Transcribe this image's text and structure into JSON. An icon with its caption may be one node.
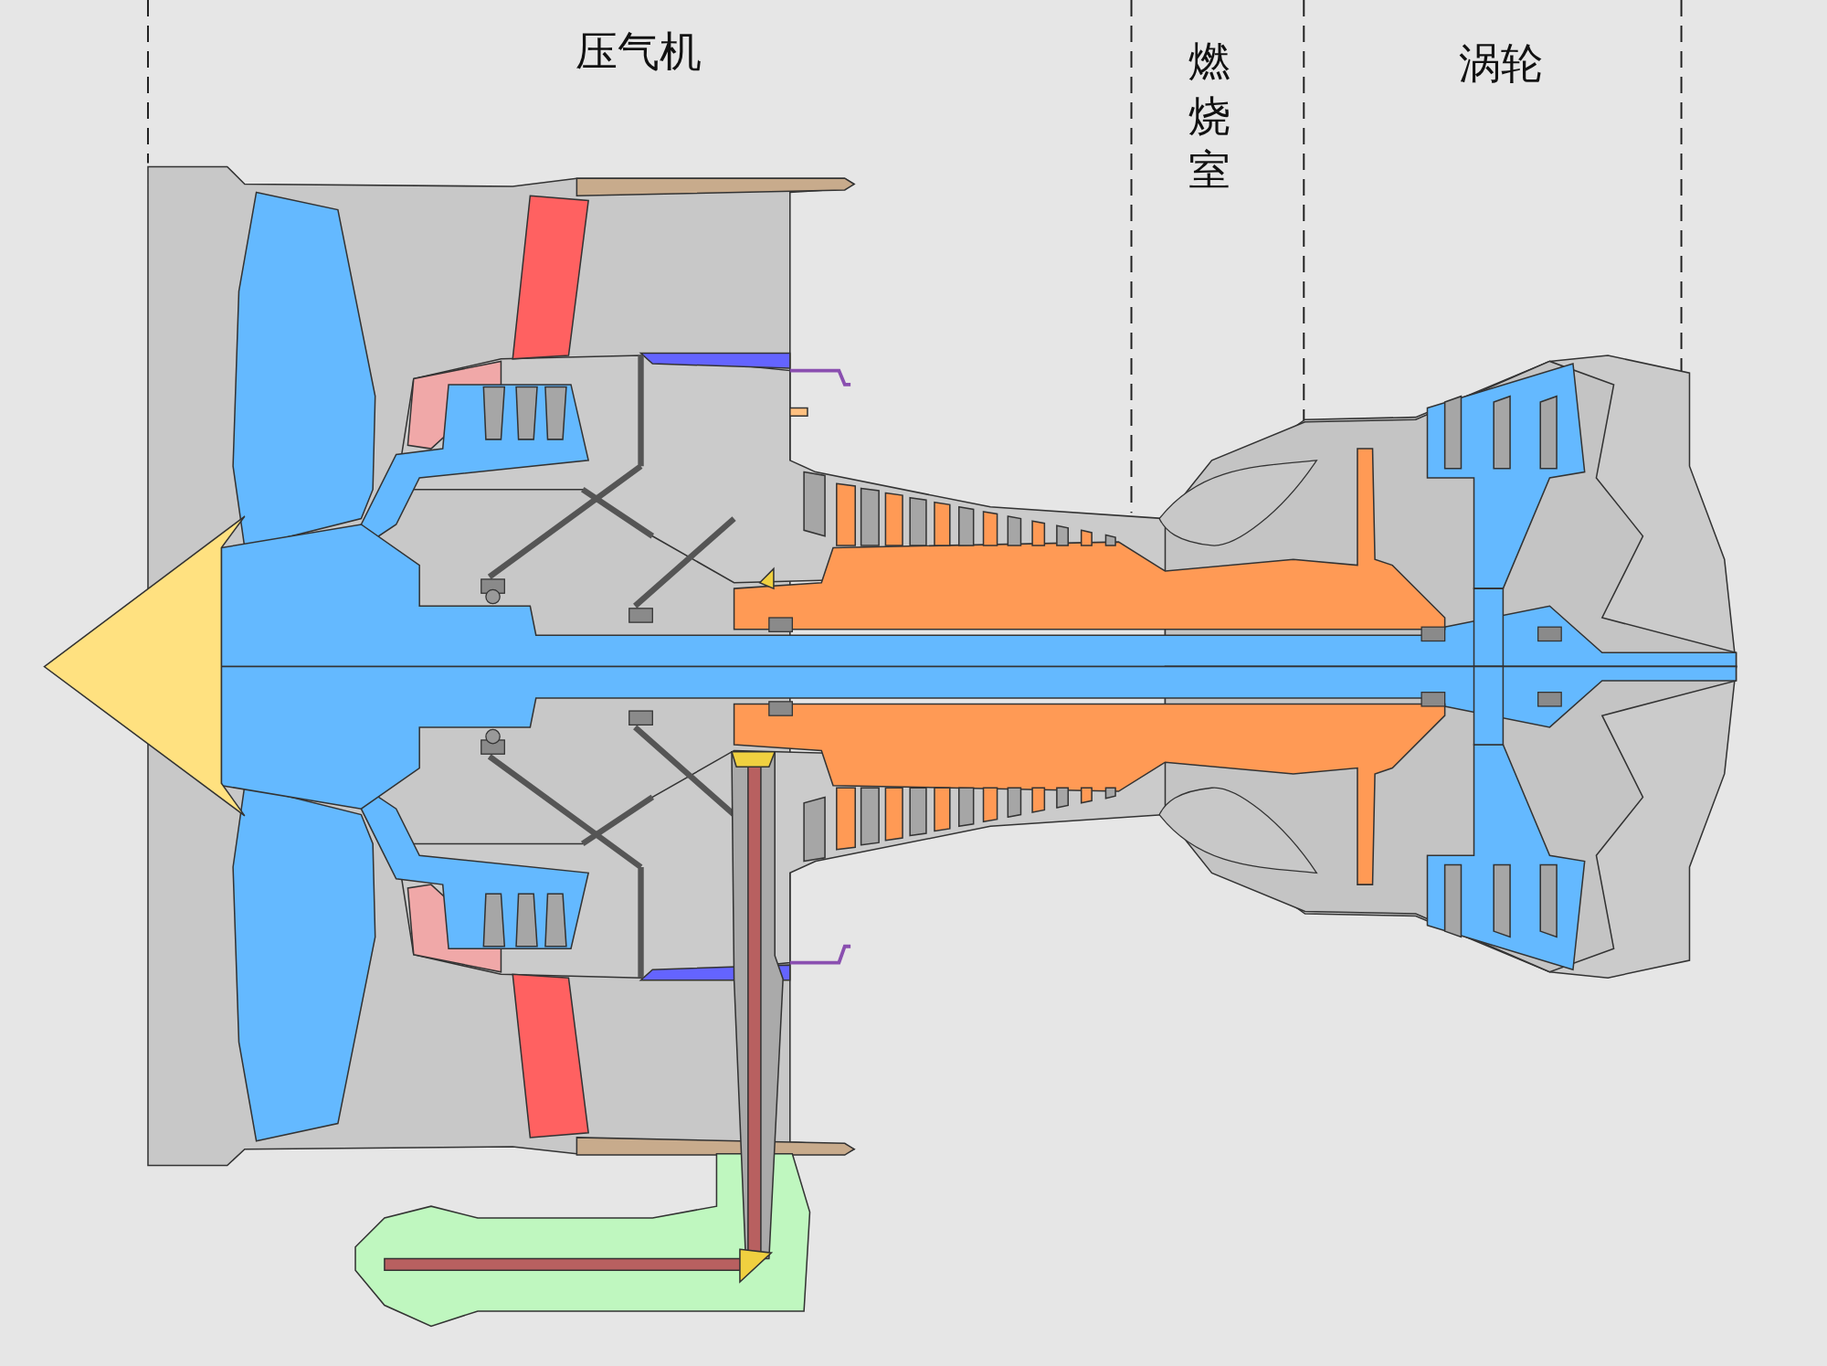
{
  "diagram": {
    "labels": [
      "压气机",
      "燃烧室",
      "涡轮"
    ]
  }
}
